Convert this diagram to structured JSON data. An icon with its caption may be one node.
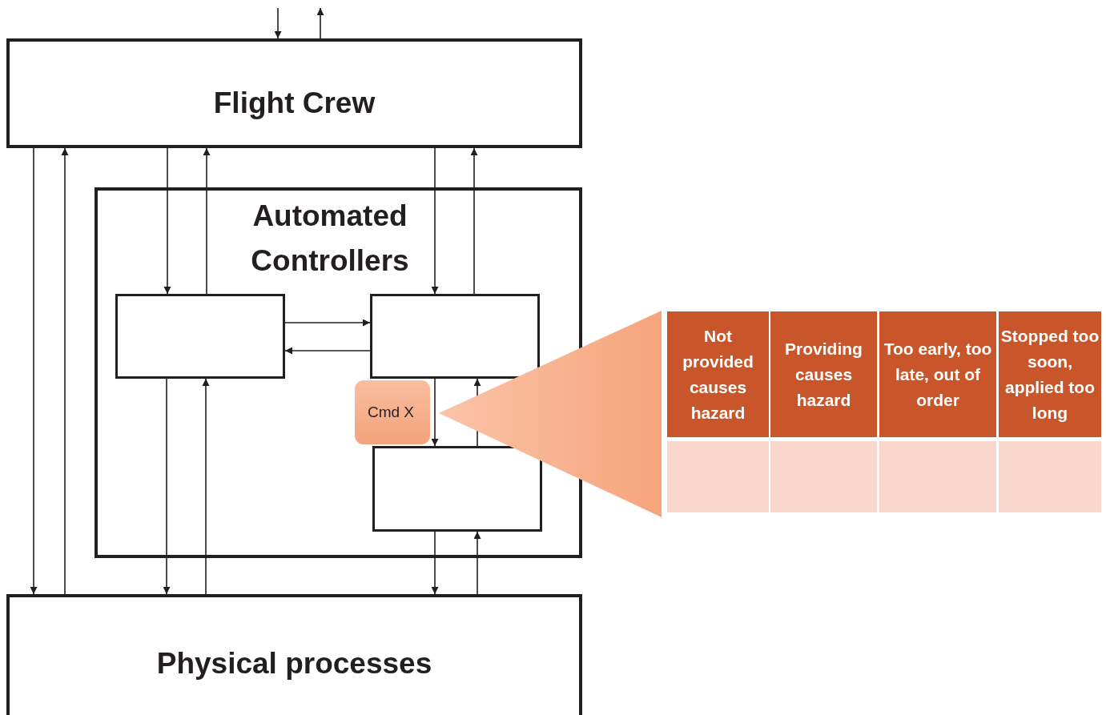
{
  "diagram": {
    "nodes": [
      {
        "text": [
          "Flight Crew"
        ]
      },
      {
        "text": [
          "Automated Controllers"
        ]
      },
      {
        "text": [],
        "shape": "box",
        "in": 1
      },
      {
        "text": [],
        "shape": "box",
        "in": 1
      },
      {
        "text": [],
        "shape": "box",
        "in": 1
      },
      {
        "text": [
          "Physical processes"
        ]
      },
      {
        "text": [
          "Cmd X"
        ],
        "in": 1
      }
    ],
    "edges": [
      {
        "from": null,
        "to": 0,
        "arrow": "to"
      },
      {
        "from": 0,
        "to": null,
        "arrow": "to"
      },
      {
        "from": 0,
        "to": 5,
        "arrow": "to"
      },
      {
        "from": 5,
        "to": 0,
        "arrow": "to"
      },
      {
        "from": 0,
        "to": 2,
        "arrow": "to"
      },
      {
        "from": 2,
        "to": 0,
        "arrow": "to"
      },
      {
        "from": 0,
        "to": 3,
        "arrow": "to"
      },
      {
        "from": 3,
        "to": 0,
        "arrow": "to"
      },
      {
        "from": 2,
        "to": 3,
        "arrow": "to"
      },
      {
        "from": 3,
        "to": 2,
        "arrow": "to"
      },
      {
        "from": 3,
        "to": 4,
        "arrow": "to"
      },
      {
        "from": 4,
        "to": 3,
        "arrow": "to"
      },
      {
        "from": 2,
        "to": 5,
        "arrow": "to"
      },
      {
        "from": 5,
        "to": 2,
        "arrow": "to"
      },
      {
        "from": 4,
        "to": 5,
        "arrow": "to"
      },
      {
        "from": 5,
        "to": 4,
        "arrow": "to"
      }
    ],
    "labels": [
      "Not provided causes hazard",
      "Providing causes hazard",
      "Too early, too late, out of order",
      "Stopped too soon, applied too long"
    ]
  }
}
